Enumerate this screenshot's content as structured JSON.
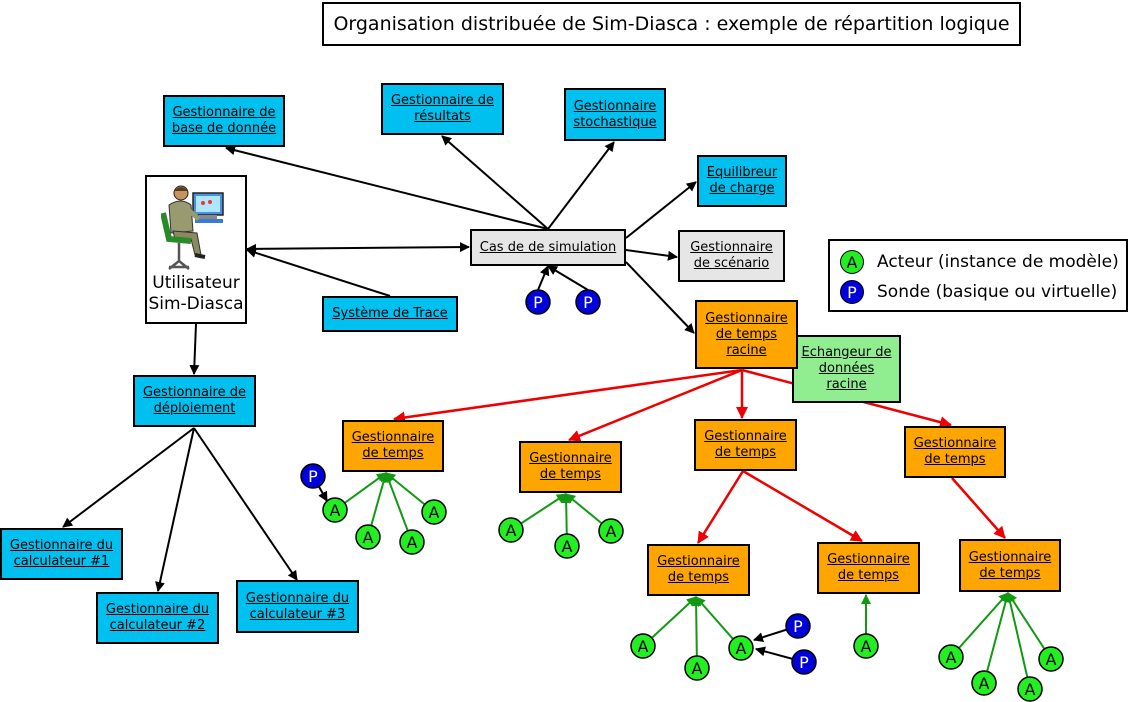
{
  "title": "Organisation distribuée de Sim-Diasca : exemple de répartition logique",
  "user_label": "Utilisateur\nSim-Diasca",
  "boxes": {
    "db_manager": "Gestionnaire de\nbase de donnée",
    "results_manager": "Gestionnaire de\nrésultats",
    "stochastic_manager": "Gestionnaire\nstochastique",
    "load_balancer": "Equilibreur\nde charge",
    "simulation_case": "Cas de de simulation",
    "scenario_manager": "Gestionnaire\nde scénario",
    "trace_system": "Système de Trace",
    "deployment_manager": "Gestionnaire de\ndéploiement",
    "computer_1": "Gestionnaire du\ncalculateur #1",
    "computer_2": "Gestionnaire du\ncalculateur #2",
    "computer_3": "Gestionnaire du\ncalculateur #3",
    "root_time_manager": "Gestionnaire\nde temps\nracine",
    "root_data_exchanger": "Echangeur de\ndonnées\nracine",
    "time_manager_label": "Gestionnaire\nde temps"
  },
  "legend": {
    "actor_letter": "A",
    "actor_label": "Acteur (instance de modèle)",
    "probe_letter": "P",
    "probe_label": "Sonde (basique ou virtuelle)"
  },
  "node_letters": {
    "actor": "A",
    "probe": "P"
  },
  "colors": {
    "cyan_box": "#00c0f0",
    "orange_box": "#ffa500",
    "gray_box": "#e6e6e6",
    "green_box": "#90ee90",
    "actor": "#22ee22",
    "probe": "#0000dd",
    "red_edge": "#ee0000",
    "green_edge": "#119911"
  }
}
